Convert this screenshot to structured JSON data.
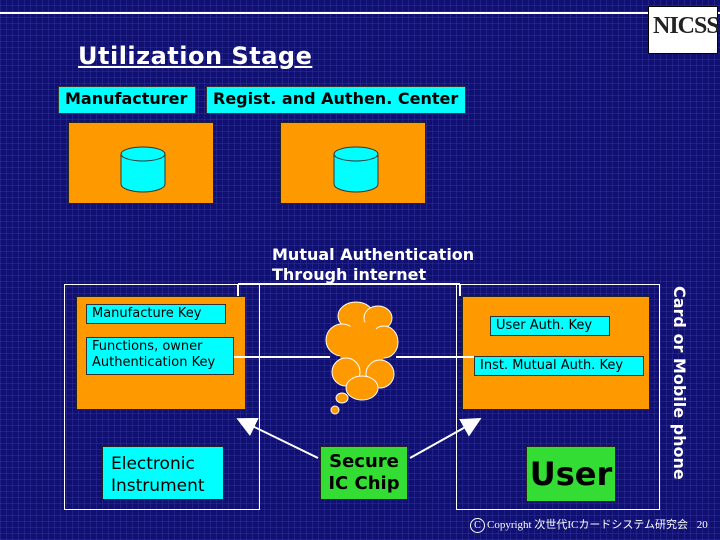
{
  "slide": {
    "title": "Utilization Stage",
    "page_number": "20",
    "copyright_symbol": "C",
    "copyright": "Copyright 次世代ICカードシステム研究会",
    "logo_text": "NICSS"
  },
  "top": {
    "manufacturer_label": "Manufacturer",
    "center_label": "Regist. and Authen. Center"
  },
  "network": {
    "label_line1": "Mutual Authentication",
    "label_line2": "Through internet"
  },
  "instrument": {
    "manufacture_key": "Manufacture Key",
    "functions_key_line1": "Functions, owner",
    "functions_key_line2": "Authentication Key",
    "device_line1": "Electronic",
    "device_line2": "Instrument"
  },
  "chip": {
    "line1": "Secure",
    "line2": "IC Chip"
  },
  "card": {
    "user_auth_key": "User Auth. Key",
    "inst_mutual_key": "Inst. Mutual Auth. Key",
    "user_label": "User",
    "side_label": "Card or Mobile phone"
  },
  "colors": {
    "background": "#101070",
    "cyan": "#00ffff",
    "orange": "#ff9900",
    "green": "#33dd33"
  }
}
